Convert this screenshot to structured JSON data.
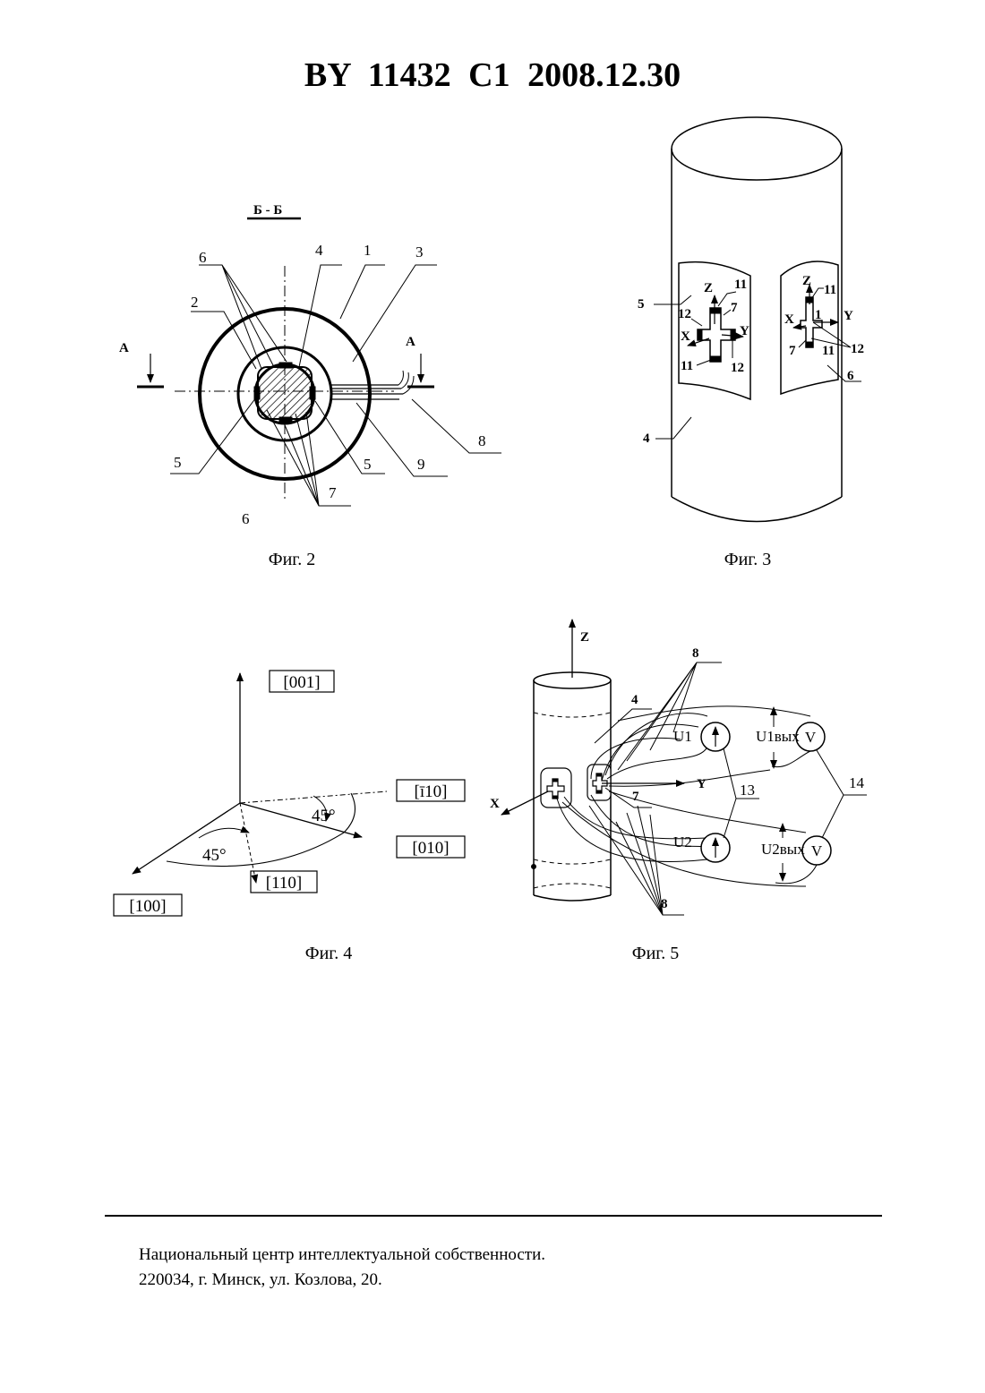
{
  "header": "BY  11432  C1  2008.12.30",
  "fig2": {
    "caption": "Фиг. 2",
    "section": "Б - Б",
    "cut_left": "А",
    "cut_right": "А",
    "callouts": [
      "6",
      "2",
      "4",
      "1",
      "3",
      "5",
      "5",
      "9",
      "8",
      "7",
      "6"
    ]
  },
  "fig3": {
    "caption": "Фиг. 3",
    "callouts": [
      "5",
      "4",
      "6"
    ],
    "left_axes": [
      "Z",
      "X",
      "Y"
    ],
    "left_labels": [
      "11",
      "7",
      "12",
      "11",
      "12"
    ],
    "right_axes": [
      "Z",
      "X",
      "Y"
    ],
    "right_labels": [
      "11",
      "1",
      "7",
      "11",
      "12"
    ]
  },
  "fig4": {
    "caption": "Фиг. 4",
    "dirs": [
      "[001]",
      "[ī10]",
      "[010]",
      "[110]",
      "[100]"
    ],
    "angles": [
      "45°",
      "45°"
    ]
  },
  "fig5": {
    "caption": "Фиг. 5",
    "axes": [
      "Z",
      "Y",
      "X"
    ],
    "callouts": [
      "8",
      "4",
      "7",
      "13",
      "14",
      "8"
    ],
    "sources": [
      "U1",
      "U2"
    ],
    "outputs": [
      "U1вых",
      "U2вых"
    ],
    "meter": "V"
  },
  "footer": {
    "line1": "Национальный центр интеллектуальной собственности.",
    "line2": "220034, г. Минск, ул. Козлова, 20."
  }
}
